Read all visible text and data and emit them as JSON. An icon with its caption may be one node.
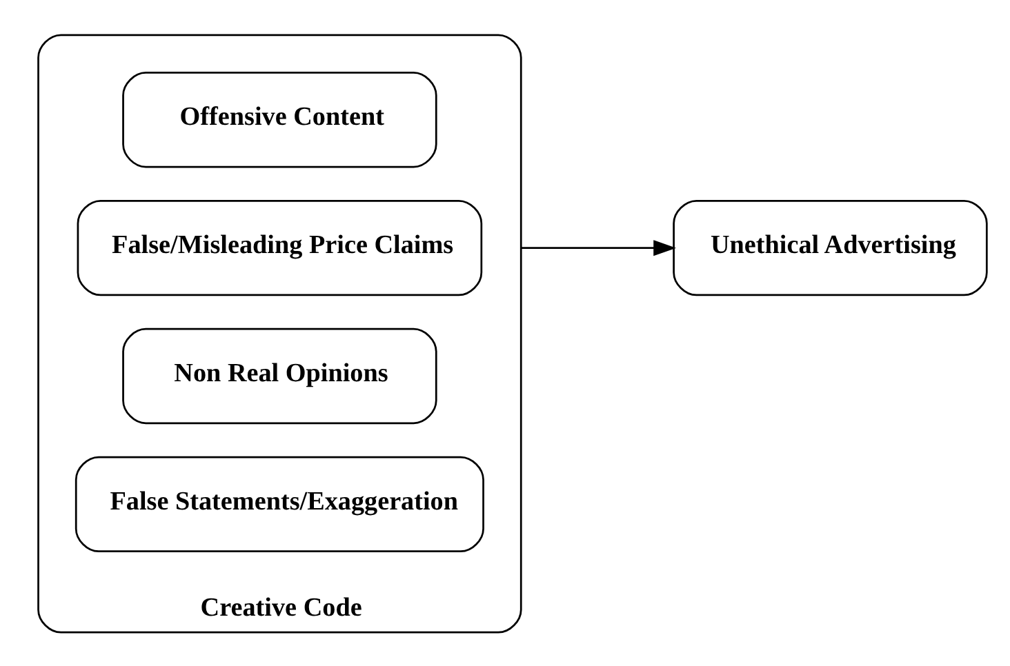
{
  "diagram": {
    "nodes": [
      {
        "text": [
          "Creative Code"
        ]
      },
      {
        "text": [
          "False Statements/Exaggeration"
        ],
        "in": 0
      },
      {
        "text": [
          "Non Real Opinions"
        ],
        "in": 0
      },
      {
        "text": [
          "False/Misleading Price Claims"
        ],
        "in": 0
      },
      {
        "text": [
          "Offensive Content"
        ],
        "in": 0
      },
      {
        "text": [
          "Unethical Advertising"
        ]
      }
    ],
    "edges": [
      {
        "from": 0,
        "to": 5,
        "arrow": "to"
      }
    ]
  }
}
